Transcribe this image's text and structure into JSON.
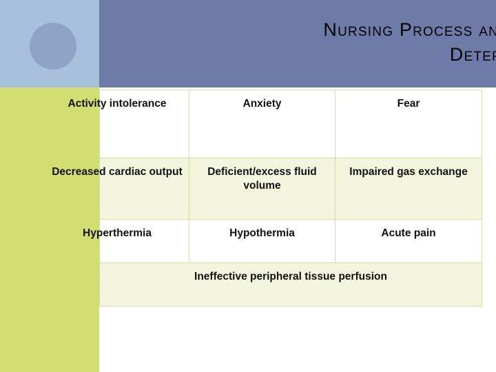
{
  "slide": {
    "title": "Nursing Process and  Pulse\nDetermination",
    "title_line1": "Nursing Process and  Pulse",
    "title_line2": "Determination"
  },
  "decor": {
    "header_band_color": "#6e7aa8",
    "header_square_color": "#a9c0dc",
    "header_circle_color": "#8fa3c6",
    "side_band_color": "#d2dd72",
    "table_border_color": "#d7de95",
    "row_alt_color": "#f3f5df",
    "row_white_color": "#ffffff",
    "circle_icon": "circle-decoration-icon",
    "square_icon": "square-decoration-icon"
  },
  "table": {
    "name": "nursing-diagnoses-table",
    "rows": [
      {
        "cells": [
          "Activity intolerance",
          "Anxiety",
          "Fear"
        ]
      },
      {
        "cells": [
          "Decreased cardiac output",
          "Deficient/excess fluid volume",
          "Impaired gas exchange"
        ]
      },
      {
        "cells": [
          "Hyperthermia",
          "Hypothermia",
          "Acute pain"
        ]
      }
    ],
    "merged_row": "Ineffective peripheral tissue perfusion"
  }
}
